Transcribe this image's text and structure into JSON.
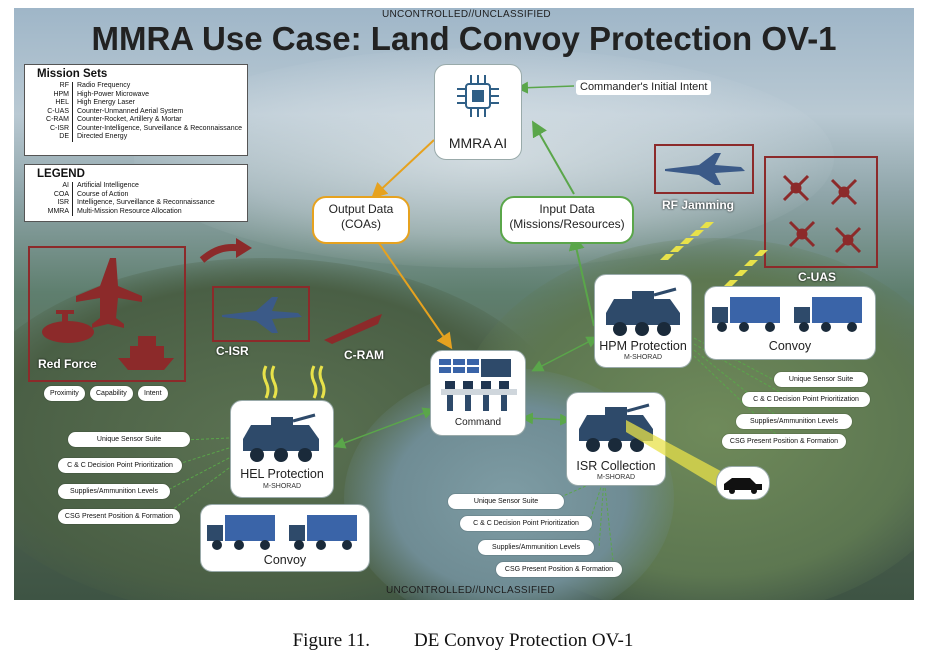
{
  "marking_top": "UNCONTROLLED//UNCLASSIFIED",
  "marking_bottom": "UNCONTROLLED//UNCLASSIFIED",
  "title": "MMRA Use Case: Land Convoy Protection OV-1",
  "mission_sets": {
    "heading": "Mission Sets",
    "items": [
      {
        "abbr": "RF",
        "desc": "Radio Frequency"
      },
      {
        "abbr": "HPM",
        "desc": "High-Power Microwave"
      },
      {
        "abbr": "HEL",
        "desc": "High Energy Laser"
      },
      {
        "abbr": "C-UAS",
        "desc": "Counter-Unmanned Aerial System"
      },
      {
        "abbr": "C-RAM",
        "desc": "Counter-Rocket, Artillery & Mortar"
      },
      {
        "abbr": "C-ISR",
        "desc": "Counter-Intelligence, Surveillance & Reconnaissance"
      },
      {
        "abbr": "DE",
        "desc": "Directed Energy"
      }
    ]
  },
  "legend": {
    "heading": "LEGEND",
    "items": [
      {
        "abbr": "AI",
        "desc": "Artificial Intelligence"
      },
      {
        "abbr": "COA",
        "desc": "Course of Action"
      },
      {
        "abbr": "ISR",
        "desc": "Intelligence, Surveillance & Reconnaissance"
      },
      {
        "abbr": "MMRA",
        "desc": "Multi-Mission Resource Allocation"
      }
    ]
  },
  "mmra_ai": "MMRA AI",
  "commanders_intent": "Commander's Initial Intent",
  "output_data": {
    "line1": "Output Data",
    "line2": "(COAs)"
  },
  "input_data": {
    "line1": "Input Data",
    "line2": "(Missions/Resources)"
  },
  "rf_jamming": "RF Jamming",
  "c_uas": "C-UAS",
  "red_force": "Red Force",
  "red_force_tags": [
    "Proximity",
    "Capability",
    "Intent"
  ],
  "c_isr": "C-ISR",
  "c_ram": "C-RAM",
  "hpm": {
    "label": "HPM Protection",
    "sub": "M-SHORAD"
  },
  "hel": {
    "label": "HEL Protection",
    "sub": "M-SHORAD"
  },
  "isr": {
    "label": "ISR Collection",
    "sub": "M-SHORAD"
  },
  "command": "Command",
  "convoy_right": "Convoy",
  "convoy_left": "Convoy",
  "tags_left": [
    "Unique Sensor Suite",
    "C & C Decision Point Prioritization",
    "Supplies/Ammunition Levels",
    "CSG Present Position & Formation"
  ],
  "tags_right": [
    "Unique Sensor Suite",
    "C & C Decision Point Prioritization",
    "Supplies/Ammunition Levels",
    "CSG Present Position & Formation"
  ],
  "tags_center": [
    "Unique Sensor Suite",
    "C & C Decision Point Prioritization",
    "Supplies/Ammunition Levels",
    "CSG Present Position & Formation"
  ],
  "caption": {
    "number": "Figure 11.",
    "text": "DE Convoy Protection OV-1"
  },
  "colors": {
    "red_force": "#8c2a2a",
    "output_arrow": "#e6a21f",
    "input_arrow": "#5aa64a",
    "vehicle": "#2e4a6a",
    "truck": "#3a64a8",
    "beam": "#e8e24a"
  }
}
